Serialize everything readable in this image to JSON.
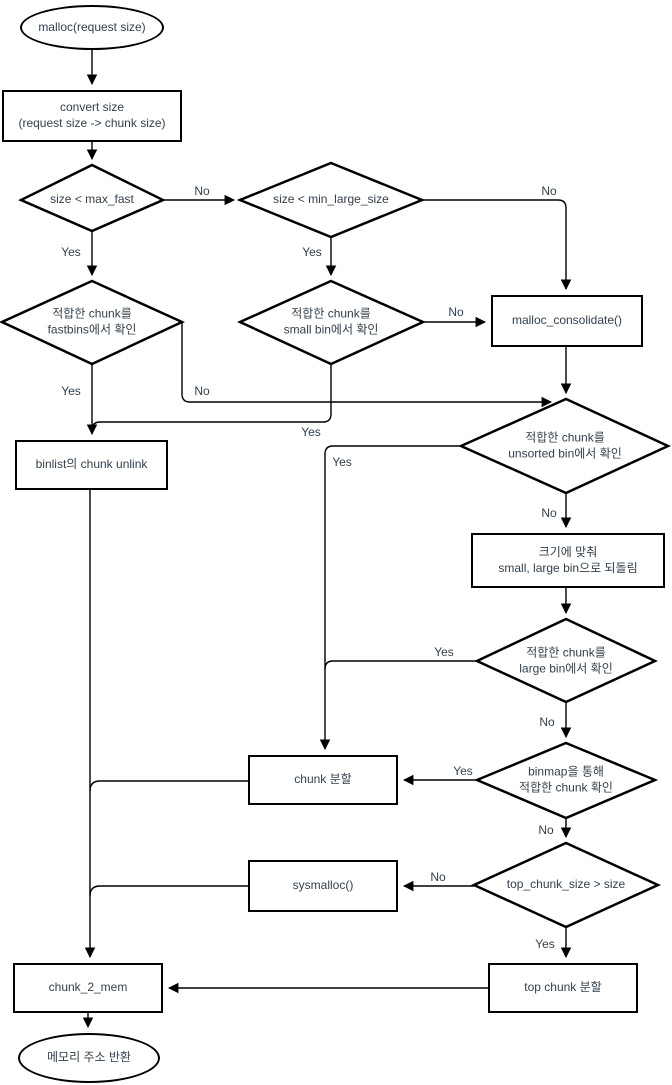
{
  "colors": {
    "line": "#000000",
    "text": "#33404d",
    "background": "#ffffff"
  },
  "nodes": {
    "start": {
      "label": "malloc(request size)"
    },
    "convert_size": {
      "label": "convert size\n(request size -> chunk size)"
    },
    "check_max_fast": {
      "label": "size < max_fast"
    },
    "check_min_large": {
      "label": "size < min_large_size"
    },
    "check_fastbins": {
      "label": "적합한 chunk를\nfastbins에서 확인"
    },
    "check_small_bin": {
      "label": "적합한 chunk를\nsmall bin에서 확인"
    },
    "malloc_consolidate": {
      "label": "malloc_consolidate()"
    },
    "check_unsorted_bin": {
      "label": "적합한 chunk를\nunsorted bin에서 확인"
    },
    "binlist_unlink": {
      "label": "binlist의 chunk unlink"
    },
    "return_to_bins": {
      "label": "크기에 맞춰\nsmall, large bin으로 되돌림"
    },
    "check_large_bin": {
      "label": "적합한 chunk를\nlarge bin에서 확인"
    },
    "check_binmap": {
      "label": "binmap을 통해\n적합한 chunk 확인"
    },
    "chunk_split": {
      "label": "chunk 분할"
    },
    "sysmalloc": {
      "label": "sysmalloc()"
    },
    "check_top_chunk": {
      "label": "top_chunk_size > size"
    },
    "chunk_2_mem": {
      "label": "chunk_2_mem"
    },
    "top_chunk_split": {
      "label": "top chunk 분할"
    },
    "end": {
      "label": "메모리 주소 반환"
    }
  },
  "labels": {
    "maxfast_no": "No",
    "maxfast_yes": "Yes",
    "minlarge_yes": "Yes",
    "minlarge_no": "No",
    "smallbin_no": "No",
    "fastbins_no": "No",
    "fastbins_yes": "Yes",
    "smallbin_yes": "Yes",
    "unsorted_yes": "Yes",
    "unsorted_no": "No",
    "largebin_yes": "Yes",
    "largebin_no": "No",
    "binmap_yes": "Yes",
    "binmap_no": "No",
    "topchunk_no": "No",
    "topchunk_yes": "Yes"
  }
}
